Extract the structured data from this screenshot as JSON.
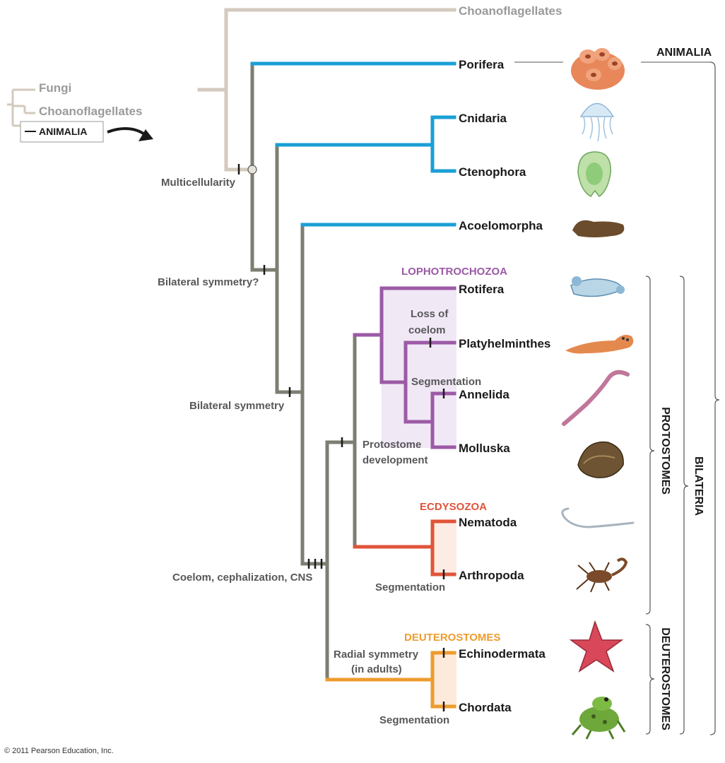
{
  "inset": {
    "items": [
      "Fungi",
      "Choanoflagellates"
    ],
    "highlight": "ANIMALIA"
  },
  "taxa": {
    "choanoflagellates": "Choanoflagellates",
    "porifera": "Porifera",
    "cnidaria": "Cnidaria",
    "ctenophora": "Ctenophora",
    "acoelomorpha": "Acoelomorpha",
    "rotifera": "Rotifera",
    "platyhelminthes": "Platyhelminthes",
    "annelida": "Annelida",
    "molluska": "Molluska",
    "nematoda": "Nematoda",
    "arthropoda": "Arthropoda",
    "echinodermata": "Echinodermata",
    "chordata": "Chordata"
  },
  "traits": {
    "multicellularity": "Multicellularity",
    "bilateral_q": "Bilateral symmetry?",
    "bilateral": "Bilateral symmetry",
    "coelom": "Coelom, cephalization, CNS",
    "loss_coelom_1": "Loss of",
    "loss_coelom_2": "coelom",
    "segmentation_annelida": "Segmentation",
    "protostome_1": "Protostome",
    "protostome_2": "development",
    "segmentation_arthropoda": "Segmentation",
    "radial_1": "Radial symmetry",
    "radial_2": "(in adults)",
    "segmentation_chordata": "Segmentation"
  },
  "groups": {
    "lophotrochozoa": "LOPHOTROCHOZOA",
    "ecdysozoa": "ECDYSOZOA",
    "deuterostomes": "DEUTEROSTOMES"
  },
  "side_labels": {
    "animalia": "ANIMALIA",
    "protostomes": "PROTOSTOMES",
    "deuterostomes": "DEUTEROSTOMES",
    "bilateria": "BILATERIA"
  },
  "animals": [
    "sponge",
    "jellyfish",
    "comb-jelly",
    "acoel-worm",
    "rotifer",
    "flatworm",
    "earthworm",
    "clam",
    "roundworm",
    "scorpion",
    "sea-star",
    "frog"
  ],
  "colors": {
    "outgroup": "#d3c9bd",
    "trunk": "#7d7d72",
    "basal": "#1a9fd6",
    "lophotrochozoa": "#9b5aa6",
    "lophotrochozoa_fill": "#f1e8f6",
    "ecdysozoa": "#e0543a",
    "ecdysozoa_fill": "#fdece3",
    "deuterostomes": "#ee9c2e",
    "deuterostomes_fill": "#fdeadb"
  },
  "copyright": "© 2011 Pearson Education, Inc."
}
